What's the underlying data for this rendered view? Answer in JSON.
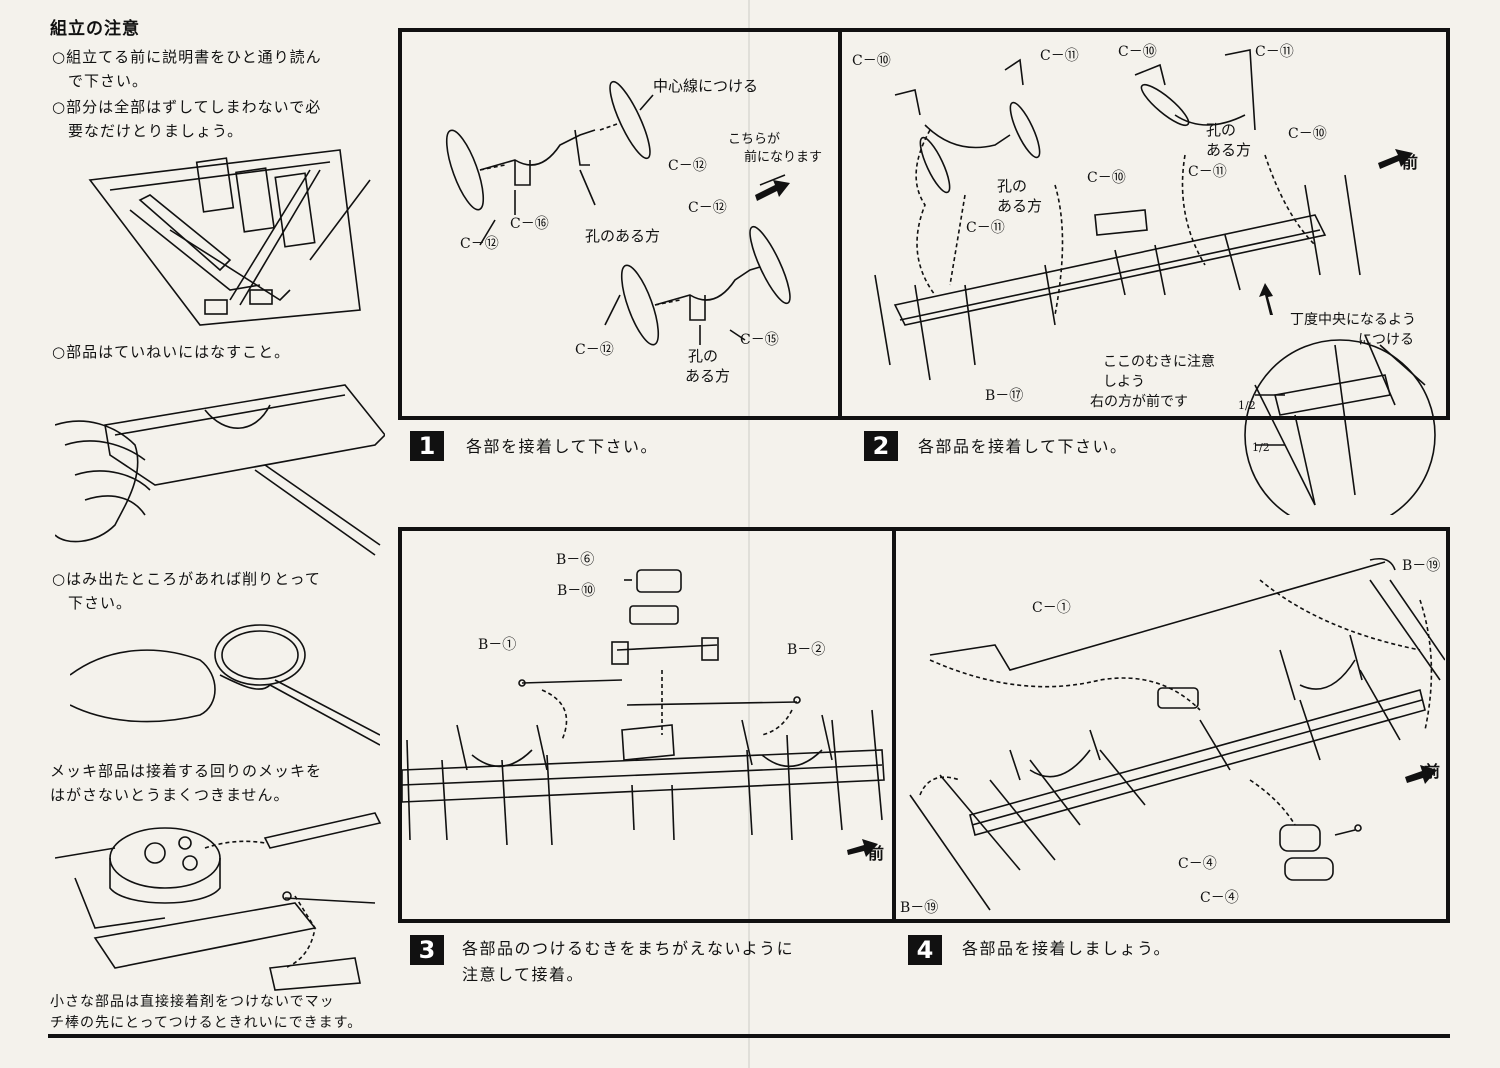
{
  "cautions": {
    "title": "組立の注意",
    "items": [
      {
        "line1": "○組立てる前に説明書をひと通り読ん",
        "line2": "で下さい。"
      },
      {
        "line1": "○部分は全部はずしてしまわないで必",
        "line2": "要なだけとりましょう。"
      },
      {
        "line1": "○部品はていねいにはなすこと。",
        "line2": ""
      },
      {
        "line1": "○はみ出たところがあれば削りとって",
        "line2": "下さい。"
      }
    ],
    "plating": {
      "line1": "メッキ部品は接着する回りのメッキを",
      "line2": "はがさないとうまくつきません。"
    },
    "small_parts": {
      "line1": "小さな部品は直接接着剤をつけないでマッ",
      "line2": "チ棒の先にとってつけるときれいにできます。"
    }
  },
  "steps": [
    {
      "number": "1",
      "text": "各部を接着して下さい。",
      "text2": ""
    },
    {
      "number": "2",
      "text": "各部品を接着して下さい。",
      "text2": ""
    },
    {
      "number": "3",
      "text": "各部品のつけるむきをまちがえないように",
      "text2": "注意して接着。"
    },
    {
      "number": "4",
      "text": "各部品を接着しましょう。",
      "text2": ""
    }
  ],
  "step1_labels": {
    "center": "中心線につける",
    "front1": "こちらが",
    "front2": "前になります",
    "c12a": "C－⑫",
    "c12b": "C－⑫",
    "c12c": "C－⑫",
    "c12d": "C－⑫",
    "c16": "C－⑯",
    "c15": "C－⑮",
    "hole1": "孔のある方",
    "hole2a": "孔の",
    "hole2b": "ある方"
  },
  "step2_labels": {
    "c10a": "C－⑩",
    "c11a": "C－⑪",
    "c10b": "C－⑩",
    "c11b": "C－⑪",
    "c10c": "C－⑩",
    "c11c": "C－⑪",
    "c10d": "C－⑩",
    "c11d": "C－⑪",
    "hole1a": "孔の",
    "hole1b": "ある方",
    "hole2a": "孔の",
    "hole2b": "ある方",
    "front": "前",
    "b17": "B－⑰",
    "note1": "ここのむきに注意",
    "note2": "しよう",
    "note3": "右の方が前です",
    "center1": "丁度中央になるよう",
    "center2": "につける",
    "half1": "1/2",
    "half2": "1/2"
  },
  "step3_labels": {
    "b6": "B－⑥",
    "b10": "B－⑩",
    "b1": "B－①",
    "b2": "B－②",
    "front": "前"
  },
  "step4_labels": {
    "c1": "C－①",
    "b19a": "B－⑲",
    "b19b": "B－⑲",
    "c4a": "C－④",
    "c4b": "C－④",
    "front": "前"
  },
  "colors": {
    "ink": "#111111",
    "paper": "#f4f2ec"
  }
}
